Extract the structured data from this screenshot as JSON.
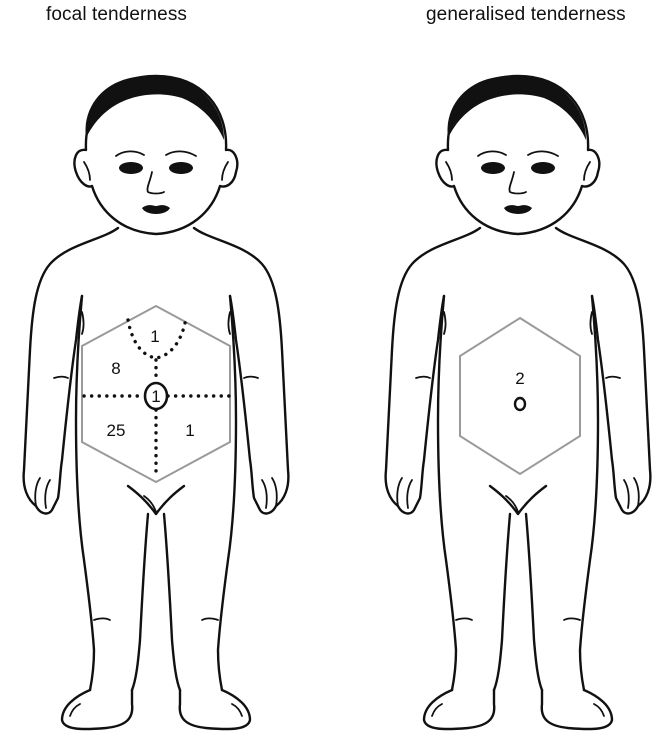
{
  "panels": [
    {
      "title": "focal tenderness",
      "labels": {
        "upper": "1",
        "left_upper": "8",
        "center": "1",
        "left_lower": "25",
        "right_lower": "1"
      }
    },
    {
      "title": "generalised tenderness",
      "labels": {
        "center": "2"
      }
    }
  ],
  "colors": {
    "outline": "#111111",
    "hexagon": "#9a9a9a"
  }
}
